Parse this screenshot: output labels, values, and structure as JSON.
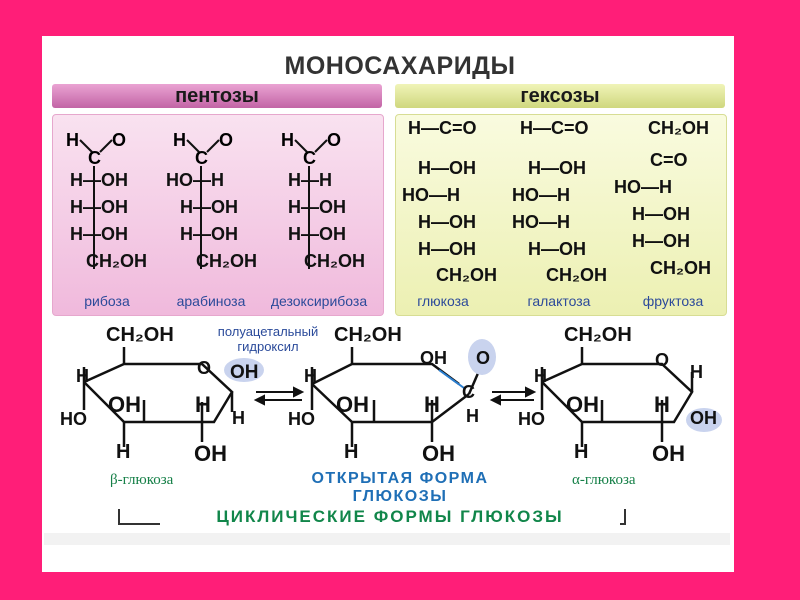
{
  "title": "МОНОСАХАРИДЫ",
  "groups": {
    "pentoses": "пентозы",
    "hexoses": "гексозы"
  },
  "pentoses": [
    {
      "name": "рибоза",
      "rows": [
        "H—OH",
        "H—OH",
        "H—OH",
        "CH₂OH"
      ]
    },
    {
      "name": "арабиноза",
      "rows": [
        "HO—H",
        "H—OH",
        "H—OH",
        "CH₂OH"
      ]
    },
    {
      "name": "дезоксирибоза",
      "rows": [
        "H—H",
        "H—OH",
        "H—OH",
        "CH₂OH"
      ]
    }
  ],
  "hexoses": [
    {
      "name": "глюкоза",
      "top": "H—C=O",
      "rows": [
        "H—OH",
        "HO—H",
        "H—OH",
        "H—OH",
        "CH₂OH"
      ]
    },
    {
      "name": "галактоза",
      "top": "H—C=O",
      "rows": [
        "H—OH",
        "HO—H",
        "HO—H",
        "H—OH",
        "CH₂OH"
      ]
    },
    {
      "name": "фруктоза",
      "top": "CH₂OH",
      "rows": [
        "C=O",
        "HO—H",
        "H—OH",
        "H—OH",
        "CH₂OH"
      ]
    }
  ],
  "hydroxyl_note": "полуацетальный гидроксил",
  "forms": {
    "beta": "β-глюкоза",
    "open": "ОТКРЫТАЯ ФОРМА ГЛЮКОЗЫ",
    "alpha": "α-глюкоза",
    "cyclic": "ЦИКЛИЧЕСКИЕ ФОРМЫ ГЛЮКОЗЫ"
  },
  "atoms": {
    "ch2oh": "CH₂OH",
    "oh": "OH",
    "h": "H",
    "ho": "HO",
    "o": "O",
    "c": "C"
  },
  "colors": {
    "background": "#ff1e78",
    "pink_panel": "#f0b9dc",
    "green_panel": "#ecf0b2",
    "name_blue": "#2c4a9a",
    "form_green": "#168048",
    "numbers_red": "#d3201e"
  }
}
